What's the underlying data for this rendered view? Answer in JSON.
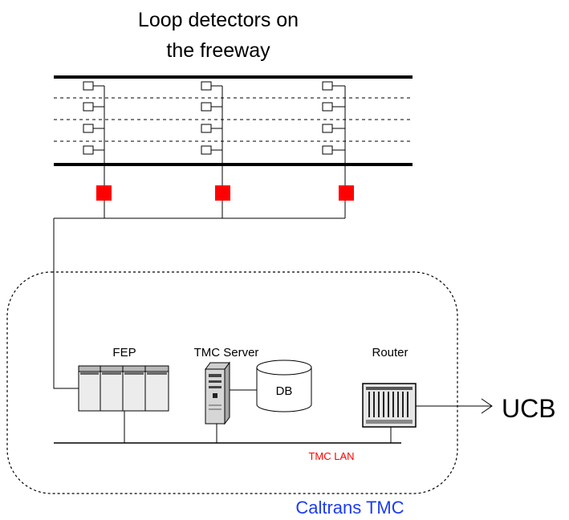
{
  "title_line1": "Loop detectors on",
  "title_line2": "the freeway",
  "fep_label": "FEP",
  "server_label": "TMC Server",
  "db_label": "DB",
  "router_label": "Router",
  "lan_label": "TMC LAN",
  "region_label": "Caltrans TMC",
  "destination_label": "UCB",
  "colors": {
    "line": "#000000",
    "detector_station": "#ff0000",
    "lan_label": "#ff0000",
    "region_label": "#1c3cf0"
  }
}
